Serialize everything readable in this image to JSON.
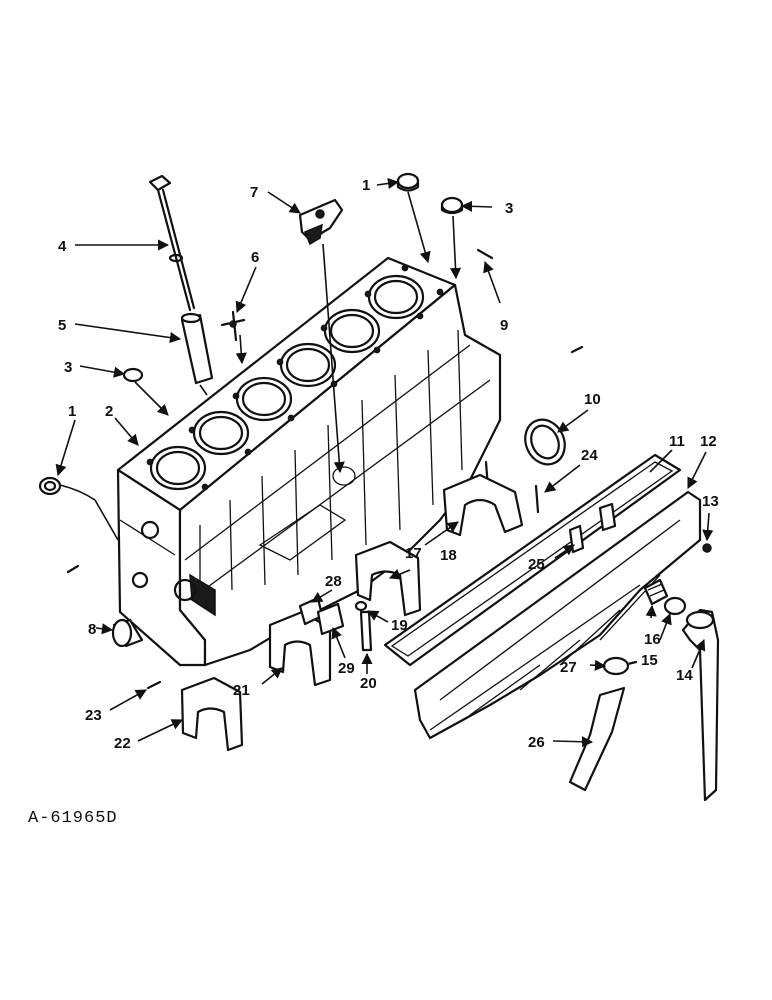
{
  "figure_id": "A-61965D",
  "callouts": [
    "1",
    "2",
    "3",
    "4",
    "5",
    "6",
    "7",
    "8",
    "9",
    "10",
    "11",
    "12",
    "13",
    "14",
    "15",
    "16",
    "17",
    "18",
    "19",
    "20",
    "21",
    "22",
    "23",
    "24",
    "25",
    "26",
    "27",
    "28",
    "29"
  ],
  "colors": {
    "ink": "#111111",
    "paper": "#ffffff"
  }
}
